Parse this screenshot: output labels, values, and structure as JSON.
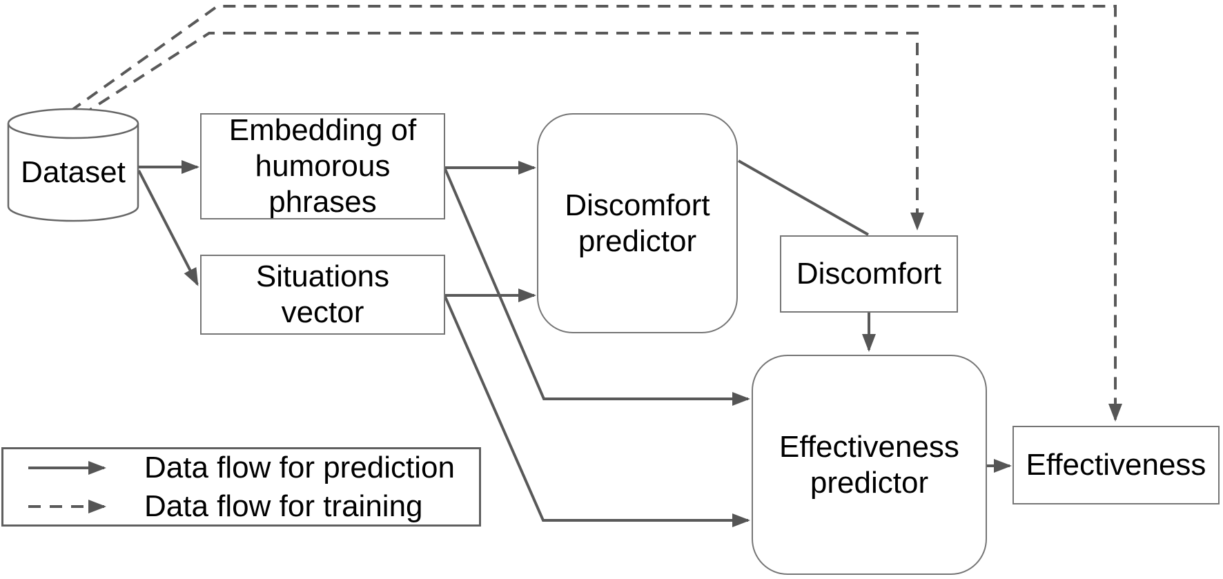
{
  "colors": {
    "background": "#ffffff",
    "flow_line": "#595959",
    "arrowhead": "#555555",
    "node_border": "#757575",
    "legend_border": "#5f5f5f",
    "text": "#000000"
  },
  "nodes": {
    "dataset": {
      "label": "Dataset",
      "shape": "cylinder"
    },
    "embedding": {
      "lines": [
        "Embedding of",
        "humorous",
        "phrases"
      ],
      "shape": "rect"
    },
    "situations": {
      "lines": [
        "Situations",
        "vector"
      ],
      "shape": "rect"
    },
    "discomfort_predictor": {
      "lines": [
        "Discomfort",
        "predictor"
      ],
      "shape": "rounded"
    },
    "discomfort": {
      "label": "Discomfort",
      "shape": "rect"
    },
    "effectiveness_predictor": {
      "lines": [
        "Effectiveness",
        "predictor"
      ],
      "shape": "rounded"
    },
    "effectiveness": {
      "label": "Effectiveness",
      "shape": "rect"
    }
  },
  "edges": [
    {
      "from": "dataset",
      "to": "embedding",
      "style": "solid",
      "arrowhead": true
    },
    {
      "from": "dataset",
      "to": "situations",
      "style": "solid",
      "arrowhead": true
    },
    {
      "from": "embedding",
      "to": "discomfort_predictor",
      "style": "solid",
      "arrowhead": true
    },
    {
      "from": "situations",
      "to": "discomfort_predictor",
      "style": "solid",
      "arrowhead": true
    },
    {
      "from": "embedding",
      "to": "effectiveness_predictor",
      "style": "solid",
      "arrowhead": true
    },
    {
      "from": "situations",
      "to": "effectiveness_predictor",
      "style": "solid",
      "arrowhead": true
    },
    {
      "from": "discomfort_predictor",
      "to": "discomfort",
      "style": "solid",
      "arrowhead": false
    },
    {
      "from": "discomfort",
      "to": "effectiveness_predictor",
      "style": "solid",
      "arrowhead": true
    },
    {
      "from": "effectiveness_predictor",
      "to": "effectiveness",
      "style": "solid",
      "arrowhead": true
    },
    {
      "from": "dataset",
      "to": "discomfort",
      "style": "dashed",
      "arrowhead": true
    },
    {
      "from": "dataset",
      "to": "effectiveness",
      "style": "dashed",
      "arrowhead": true
    }
  ],
  "legend": {
    "prediction_label": "Data flow for prediction",
    "training_label": "Data flow for training"
  }
}
